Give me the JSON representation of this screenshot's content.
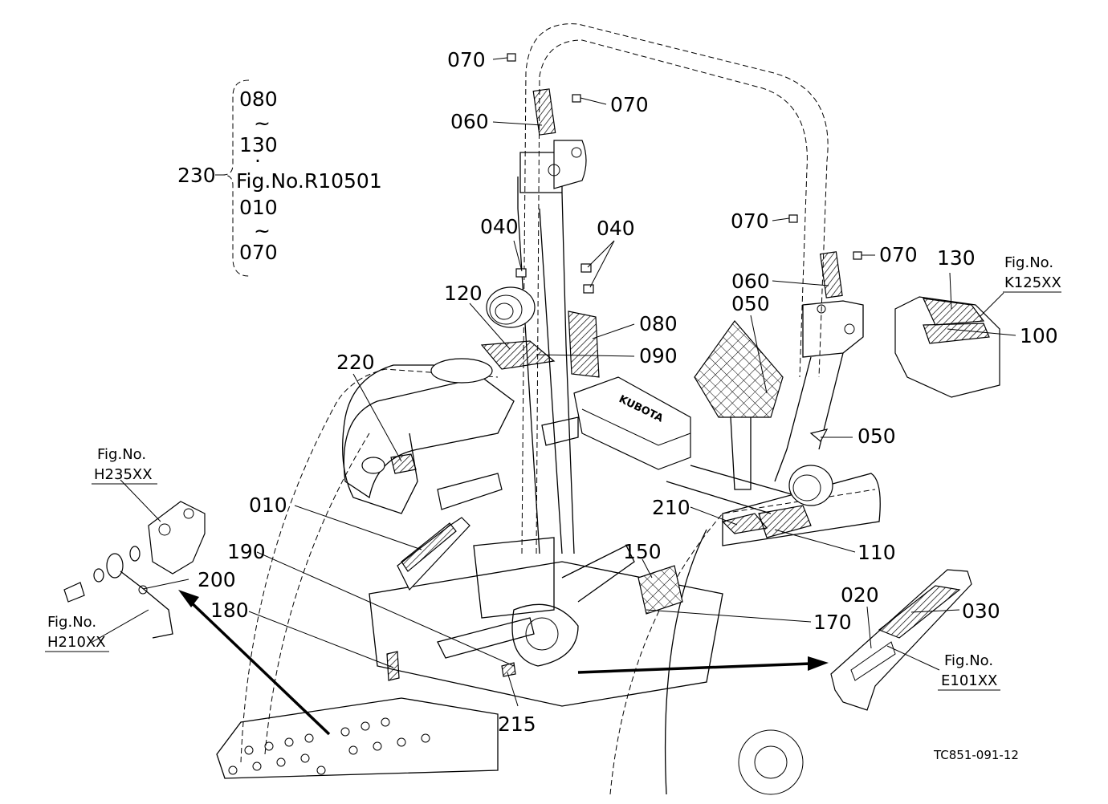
{
  "diagram": {
    "callouts": {
      "c070_a": "070",
      "c070_b": "070",
      "c060_a": "060",
      "c070_c": "070",
      "c070_d": "070",
      "c060_b": "060",
      "c040_a": "040",
      "c040_b": "040",
      "c120": "120",
      "c080": "080",
      "c090": "090",
      "c050_a": "050",
      "c050_b": "050",
      "c130": "130",
      "c100": "100",
      "c220": "220",
      "c010": "010",
      "c190": "190",
      "c200": "200",
      "c180": "180",
      "c150": "150",
      "c170": "170",
      "c210": "210",
      "c110": "110",
      "c020": "020",
      "c030": "030",
      "c215": "215"
    },
    "bracket_group": {
      "number": "230",
      "line1": "080",
      "tilde1": "~",
      "line2": "130",
      "sep": "·",
      "fig_ref": "Fig.No.R10501",
      "line3": "010",
      "tilde2": "~",
      "line4": "070"
    },
    "figure_refs": {
      "k125": {
        "label": "Fig.No.",
        "code": "K125XX"
      },
      "h235": {
        "label": "Fig.No.",
        "code": "H235XX"
      },
      "h210": {
        "label": "Fig.No.",
        "code": "H210XX"
      },
      "e101": {
        "label": "Fig.No.",
        "code": "E101XX"
      }
    },
    "drawing_code": "TC851-091-12",
    "brand_plate": "KUBOTA"
  }
}
